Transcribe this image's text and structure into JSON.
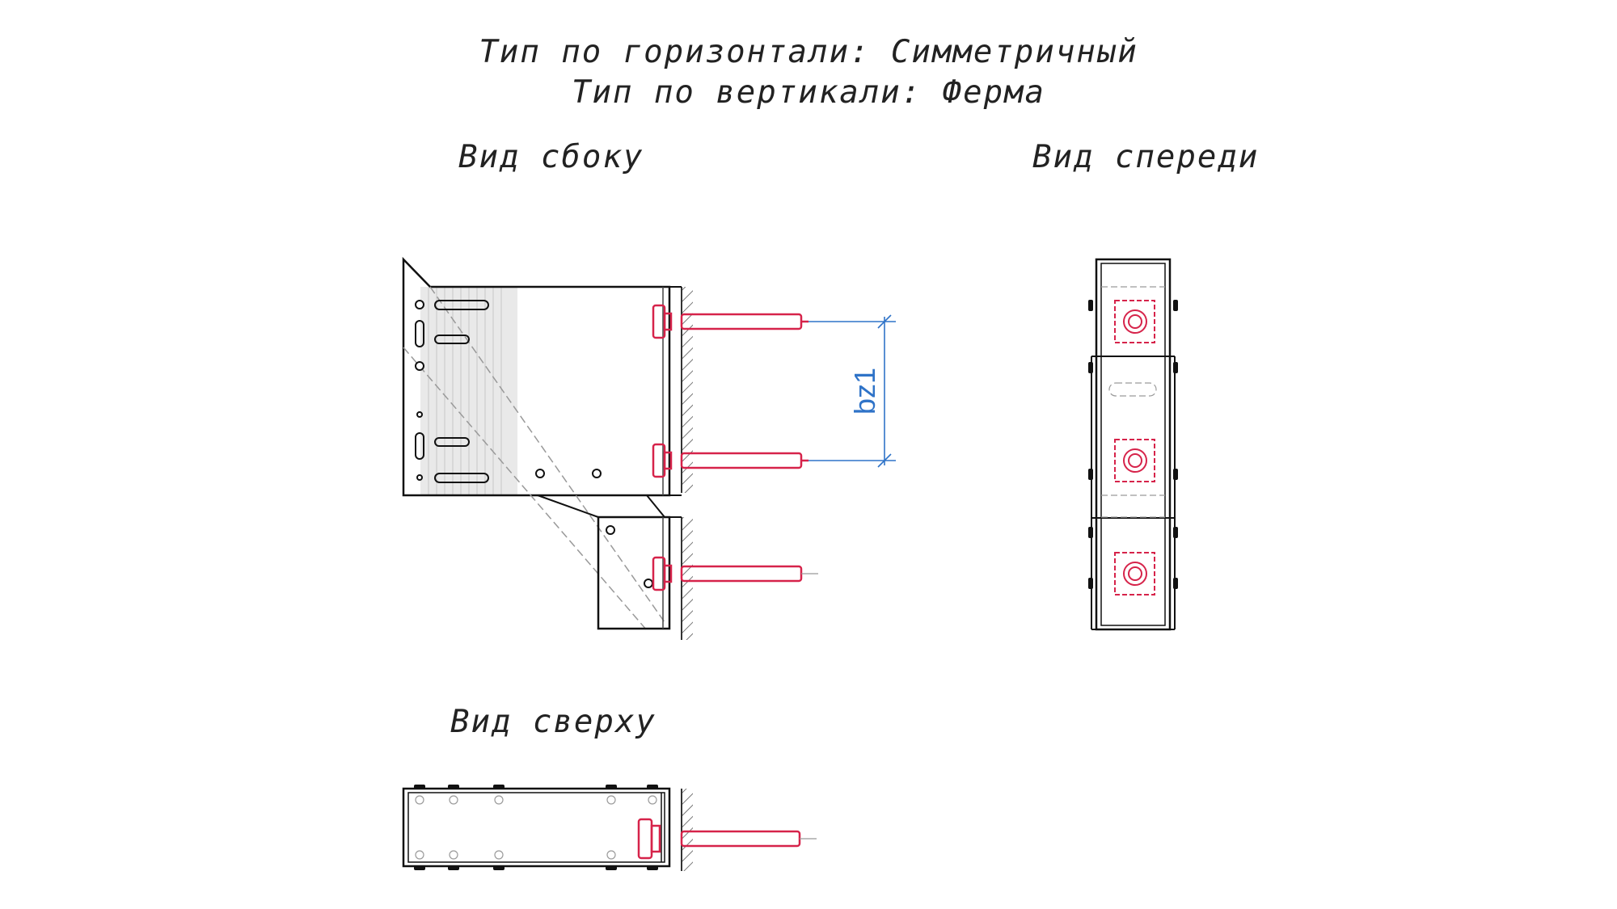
{
  "header": {
    "horizontal_type": "Тип по горизонтали: Симметричный",
    "vertical_type": "Тип по вертикали: Ферма"
  },
  "views": {
    "side": "Вид сбоку",
    "front": "Вид спереди",
    "top": "Вид сверху"
  },
  "dimension": {
    "label": "bz1"
  },
  "colors": {
    "outline": "#111111",
    "anchor": "#d6234a",
    "dimension": "#2f73c8",
    "hidden_line": "#9a9a9a"
  }
}
